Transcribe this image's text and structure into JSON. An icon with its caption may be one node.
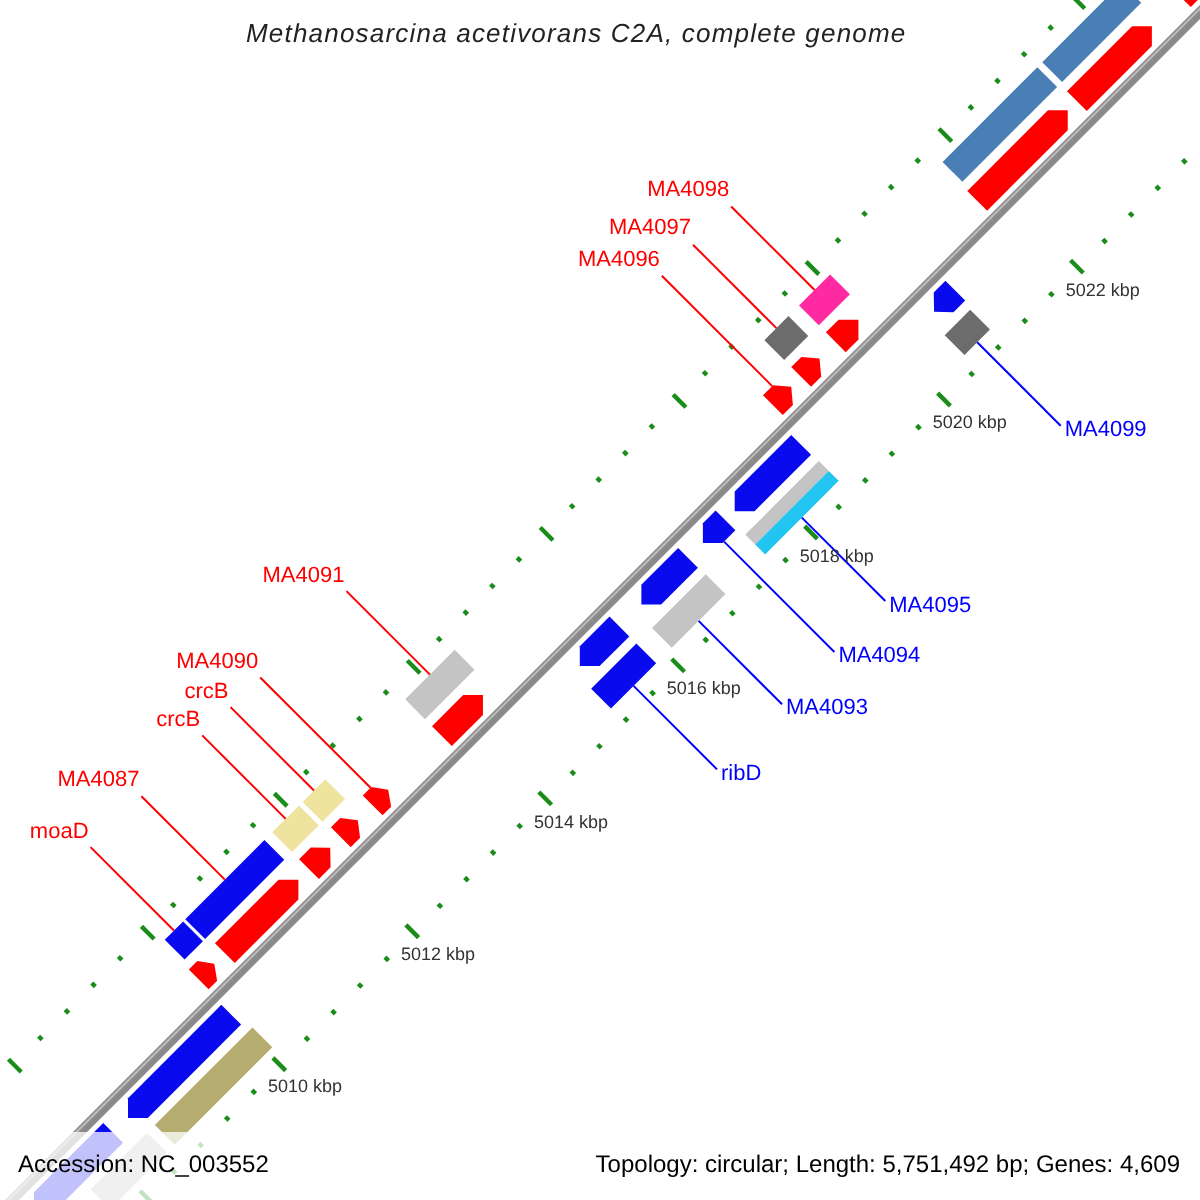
{
  "diagram": {
    "title": "Methanosarcina acetivorans C2A, complete genome",
    "nodes": [
      {
        "text": [
          "MA4098"
        ]
      },
      {
        "text": [
          "MA4097"
        ]
      },
      {
        "text": [
          "MA4096"
        ]
      },
      {
        "text": [
          "MA4099"
        ]
      },
      {
        "text": [
          "MA4091"
        ]
      },
      {
        "text": [
          "MA4095"
        ]
      },
      {
        "text": [
          "MA4094"
        ]
      },
      {
        "text": [
          "MA4090"
        ]
      },
      {
        "text": [
          "crcB"
        ]
      },
      {
        "text": [
          "MA4093"
        ]
      },
      {
        "text": [
          "crcB"
        ]
      },
      {
        "text": [
          "ribD"
        ]
      },
      {
        "text": [
          "MA4087"
        ]
      },
      {
        "text": [
          "moaD"
        ]
      },
      {
        "text": [],
        "shape": "pentagon"
      },
      {
        "text": [],
        "shape": "bar"
      },
      {
        "text": [],
        "shape": "pentagon"
      },
      {
        "text": [],
        "shape": "bar"
      },
      {
        "text": [],
        "shape": "pentagon"
      },
      {
        "text": [],
        "shape": "bar"
      },
      {
        "text": [],
        "shape": "pentagon"
      },
      {
        "text": [],
        "shape": "pentagon"
      },
      {
        "text": [],
        "shape": "bar"
      },
      {
        "text": [],
        "shape": "bar"
      },
      {
        "text": [],
        "shape": "pentagon"
      },
      {
        "text": [],
        "shape": "pentagon"
      },
      {
        "text": [],
        "shape": "pentagon"
      },
      {
        "text": [],
        "shape": "bar"
      },
      {
        "text": [],
        "shape": "pentagon"
      },
      {
        "text": [],
        "shape": "pentagon"
      },
      {
        "text": [],
        "shape": "bar"
      },
      {
        "text": [],
        "shape": "pentagon"
      },
      {
        "text": [],
        "shape": "bar"
      },
      {
        "text": [],
        "shape": "bar"
      },
      {
        "text": [],
        "shape": "pentagon"
      },
      {
        "text": [],
        "shape": "pentagon"
      },
      {
        "text": [],
        "shape": "bar"
      },
      {
        "text": [],
        "shape": "pentagon"
      },
      {
        "text": [],
        "shape": "bar"
      },
      {
        "text": [],
        "shape": "pentagon"
      },
      {
        "text": [],
        "shape": "bar"
      },
      {
        "text": [],
        "shape": "pentagon"
      },
      {
        "text": [],
        "shape": "bar"
      },
      {
        "text": [],
        "shape": "pentagon"
      },
      {
        "text": [],
        "shape": "pentagon"
      },
      {
        "text": [],
        "shape": "bar"
      },
      {
        "text": [],
        "shape": "bar"
      },
      {
        "text": [],
        "shape": "pentagon"
      }
    ],
    "edges": [
      {
        "from": 0,
        "to": 19,
        "arrow": "none",
        "color": "#ff0000"
      },
      {
        "from": 1,
        "to": 23,
        "arrow": "none",
        "color": "#ff0000"
      },
      {
        "from": 2,
        "to": 25,
        "arrow": "none",
        "color": "#ff0000"
      },
      {
        "from": 3,
        "to": 22,
        "arrow": "none",
        "color": "#0000ff"
      },
      {
        "from": 4,
        "to": 33,
        "arrow": "none",
        "color": "#ff0000"
      },
      {
        "from": 5,
        "to": 27,
        "arrow": "none",
        "color": "#0000ff"
      },
      {
        "from": 6,
        "to": 28,
        "arrow": "none",
        "color": "#0000ff"
      },
      {
        "from": 7,
        "to": 35,
        "arrow": "none",
        "color": "#ff0000"
      },
      {
        "from": 8,
        "to": 36,
        "arrow": "none",
        "color": "#ff0000"
      },
      {
        "from": 9,
        "to": 30,
        "arrow": "none",
        "color": "#0000ff"
      },
      {
        "from": 10,
        "to": 38,
        "arrow": "none",
        "color": "#ff0000"
      },
      {
        "from": 11,
        "to": 32,
        "arrow": "none",
        "color": "#0000ff"
      },
      {
        "from": 12,
        "to": 40,
        "arrow": "none",
        "color": "#ff0000"
      },
      {
        "from": 13,
        "to": 42,
        "arrow": "none",
        "color": "#ff0000"
      }
    ],
    "labels": [
      "5022 kbp",
      "5020 kbp",
      "5018 kbp",
      "5016 kbp",
      "5014 kbp",
      "5012 kbp",
      "5010 kbp",
      "Accession: NC_003552",
      "Topology: circular; Length: 5,751,492 bp; Genes: 4,609"
    ]
  }
}
